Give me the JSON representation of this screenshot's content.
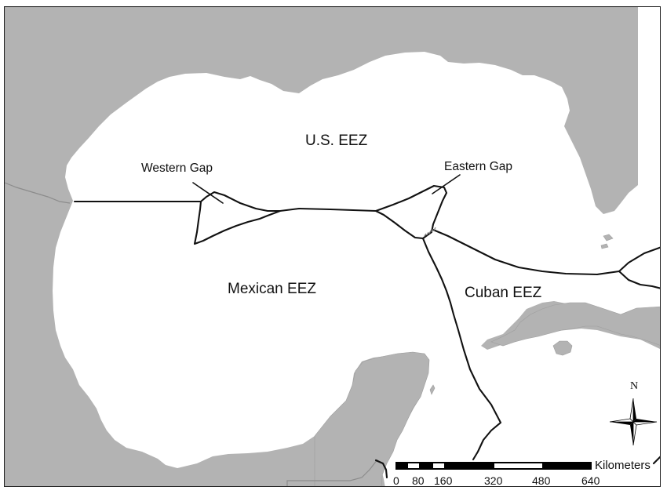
{
  "map": {
    "labels": {
      "us_eez": "U.S. EEZ",
      "mexican_eez": "Mexican EEZ",
      "cuban_eez": "Cuban EEZ",
      "western_gap": "Western Gap",
      "eastern_gap": "Eastern Gap"
    },
    "north_arrow": {
      "letter": "N"
    },
    "scale_bar": {
      "unit": "Kilometers",
      "ticks": [
        "0",
        "80",
        "160",
        "320",
        "480",
        "640"
      ],
      "segment_colors": [
        "#000000",
        "#ffffff",
        "#000000",
        "#ffffff",
        "#000000",
        "#ffffff",
        "#000000"
      ]
    },
    "colors": {
      "land": "#b3b3b3",
      "water": "#ffffff",
      "boundary": "#111111",
      "frame": "#222222"
    }
  }
}
